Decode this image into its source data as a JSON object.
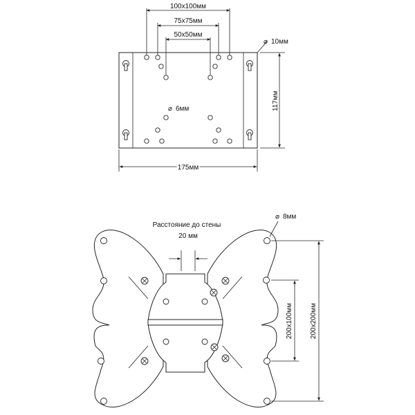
{
  "top_plate": {
    "dim_100": "100x100мм",
    "dim_75": "75x75мм",
    "dim_50": "50x50мм",
    "dim_hole_large": "10мм",
    "dim_hole_small": "6мм",
    "dim_height": "117мм",
    "dim_width": "175мм"
  },
  "bottom_bracket": {
    "wall_distance_caption": "Расстояние до стены",
    "wall_distance_value": "20 мм",
    "dim_hole": "8мм",
    "dim_200x100": "200x100мм",
    "dim_200x200": "200x200мм"
  },
  "symbols": {
    "diameter": "⌀"
  },
  "colors": {
    "line": "#222222",
    "background": "#ffffff"
  }
}
